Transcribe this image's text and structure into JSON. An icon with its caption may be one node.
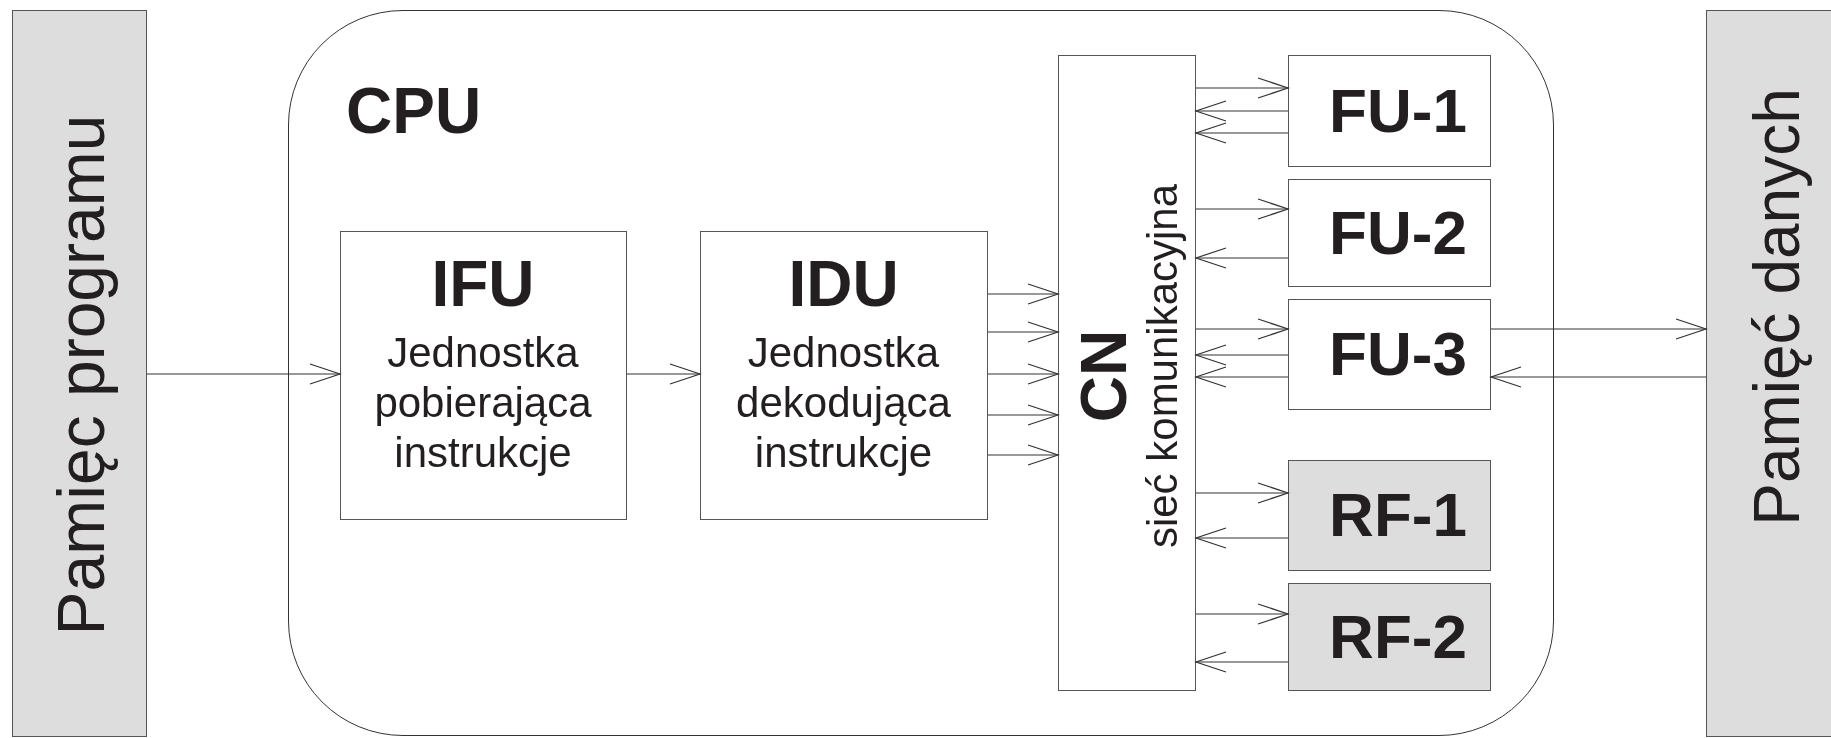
{
  "diagram": {
    "nodes": [
      {
        "text": [
          "Pamięc programu"
        ]
      },
      {
        "text": [
          "CPU"
        ]
      },
      {
        "text": [
          "IFU",
          "Jednostka pobierająca instrukcje"
        ],
        "in": 1
      },
      {
        "text": [
          "IDU",
          "Jednostka dekodująca instrukcje"
        ],
        "in": 1
      },
      {
        "text": [
          "CN",
          "sieć komunikacyjna"
        ],
        "in": 1
      },
      {
        "text": [
          "FU-1"
        ],
        "in": 1
      },
      {
        "text": [
          "FU-2"
        ],
        "in": 1
      },
      {
        "text": [
          "FU-3"
        ],
        "in": 1
      },
      {
        "text": [
          "RF-1"
        ],
        "in": 1
      },
      {
        "text": [
          "RF-2"
        ],
        "in": 1
      },
      {
        "text": [
          "Pamięć danych"
        ]
      }
    ],
    "edges": [
      {
        "from": 0,
        "to": 2,
        "arrow": "to"
      },
      {
        "from": 2,
        "to": 3,
        "arrow": "to"
      },
      {
        "from": 3,
        "to": 4,
        "arrow": "to"
      },
      {
        "from": 3,
        "to": 4,
        "arrow": "to"
      },
      {
        "from": 3,
        "to": 4,
        "arrow": "to"
      },
      {
        "from": 3,
        "to": 4,
        "arrow": "to"
      },
      {
        "from": 3,
        "to": 4,
        "arrow": "to"
      },
      {
        "from": 4,
        "to": 5,
        "arrow": "to"
      },
      {
        "from": 5,
        "to": 4,
        "arrow": "to"
      },
      {
        "from": 5,
        "to": 4,
        "arrow": "to"
      },
      {
        "from": 4,
        "to": 6,
        "arrow": "to"
      },
      {
        "from": 6,
        "to": 4,
        "arrow": "to"
      },
      {
        "from": 4,
        "to": 7,
        "arrow": "to"
      },
      {
        "from": 7,
        "to": 4,
        "arrow": "to"
      },
      {
        "from": 7,
        "to": 4,
        "arrow": "to"
      },
      {
        "from": 4,
        "to": 8,
        "arrow": "to"
      },
      {
        "from": 8,
        "to": 4,
        "arrow": "to"
      },
      {
        "from": 4,
        "to": 9,
        "arrow": "to"
      },
      {
        "from": 9,
        "to": 4,
        "arrow": "to"
      },
      {
        "from": 7,
        "to": 10,
        "arrow": "to"
      },
      {
        "from": 10,
        "to": 7,
        "arrow": "to"
      }
    ]
  }
}
